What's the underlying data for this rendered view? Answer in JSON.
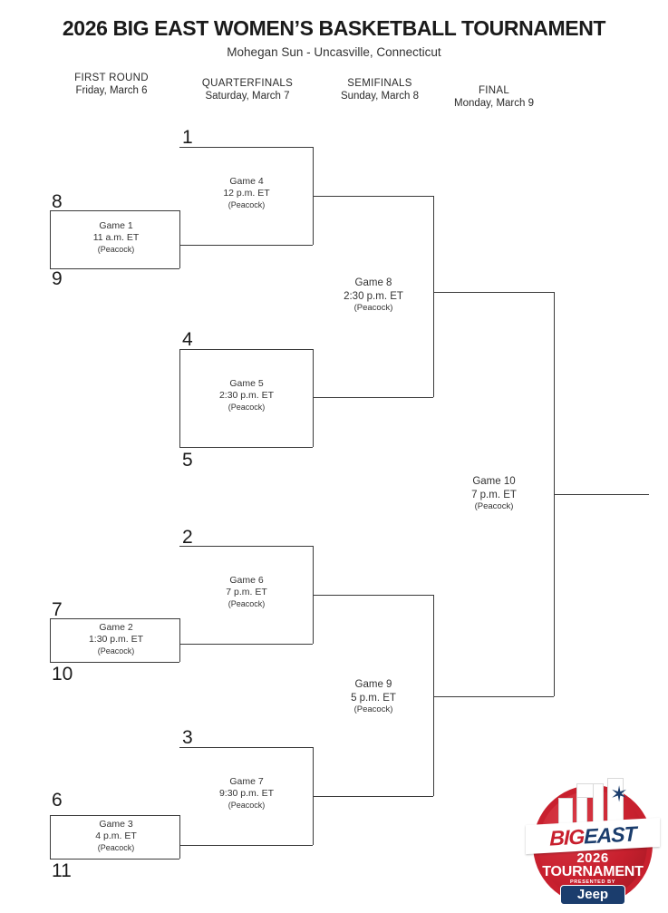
{
  "header": {
    "title": "2026 BIG EAST WOMEN’S BASKETBALL TOURNAMENT",
    "subtitle": "Mohegan Sun - Uncasville, Connecticut"
  },
  "rounds": [
    {
      "name": "FIRST ROUND",
      "date": "Friday, March 6"
    },
    {
      "name": "QUARTERFINALS",
      "date": "Saturday, March 7"
    },
    {
      "name": "SEMIFINALS",
      "date": "Sunday, March 8"
    },
    {
      "name": "FINAL",
      "date": "Monday, March 9"
    }
  ],
  "seeds": {
    "s1": "1",
    "s8": "8",
    "s9": "9",
    "s4": "4",
    "s5": "5",
    "s2": "2",
    "s7": "7",
    "s10": "10",
    "s3": "3",
    "s6": "6",
    "s11": "11"
  },
  "games": {
    "g1": {
      "name": "Game 1",
      "time": "11 a.m. ET",
      "network": "(Peacock)"
    },
    "g2": {
      "name": "Game 2",
      "time": "1:30 p.m. ET",
      "network": "(Peacock)"
    },
    "g3": {
      "name": "Game 3",
      "time": "4 p.m. ET",
      "network": "(Peacock)"
    },
    "g4": {
      "name": "Game 4",
      "time": "12 p.m. ET",
      "network": "(Peacock)"
    },
    "g5": {
      "name": "Game 5",
      "time": "2:30 p.m. ET",
      "network": "(Peacock)"
    },
    "g6": {
      "name": "Game 6",
      "time": "7 p.m. ET",
      "network": "(Peacock)"
    },
    "g7": {
      "name": "Game 7",
      "time": "9:30 p.m. ET",
      "network": "(Peacock)"
    },
    "g8": {
      "name": "Game 8",
      "time": "2:30 p.m. ET",
      "network": "(Peacock)"
    },
    "g9": {
      "name": "Game 9",
      "time": "5 p.m. ET",
      "network": "(Peacock)"
    },
    "g10": {
      "name": "Game 10",
      "time": "7 p.m. ET",
      "network": "(Peacock)"
    }
  },
  "logo": {
    "big": "BIG",
    "east": "EAST",
    "year": "2026",
    "tournament": "TOURNAMENT",
    "presented_by": "PRESENTED BY",
    "sponsor": "Jeep"
  },
  "colors": {
    "brand_red": "#c8202e",
    "brand_navy": "#1b3d6d",
    "line": "#3a3a3a",
    "text": "#231f20"
  }
}
